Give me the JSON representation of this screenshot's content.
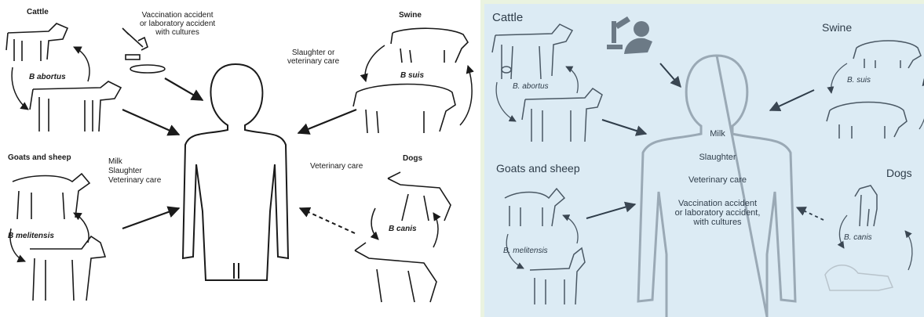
{
  "colors": {
    "background": "#eaf3e0",
    "left_panel": "#ffffff",
    "right_panel": "#dcebf4",
    "left_ink": "#1a1a1a",
    "right_ink": "#5a6670",
    "right_body": "#9aa9b5"
  },
  "left": {
    "cattle": "Cattle",
    "b_abortus": "B abortus",
    "vaccination": [
      "Vaccination accident",
      "or laboratory accident",
      "with cultures"
    ],
    "swine": "Swine",
    "slaughter_vet": [
      "Slaughter or",
      "veterinary care"
    ],
    "b_suis": "B suis",
    "goats_sheep": "Goats and sheep",
    "milk_slaughter_vet": [
      "Milk",
      "Slaughter",
      "Veterinary care"
    ],
    "b_melitensis": "B melitensis",
    "vet_care": "Veterinary care",
    "dogs": "Dogs",
    "b_canis": "B canis"
  },
  "right": {
    "cattle": "Cattle",
    "b_abortus": "B. abortus",
    "swine": "Swine",
    "b_suis": "B. suis",
    "goats_sheep": "Goats and sheep",
    "b_melitensis": "B. melitensis",
    "dogs": "Dogs",
    "b_canis": "B. canis",
    "milk": "Milk",
    "slaughter": "Slaughter",
    "vet_care": "Veterinary care",
    "vaccination": [
      "Vaccination accident",
      "or laboratory accident,",
      "with cultures"
    ]
  }
}
